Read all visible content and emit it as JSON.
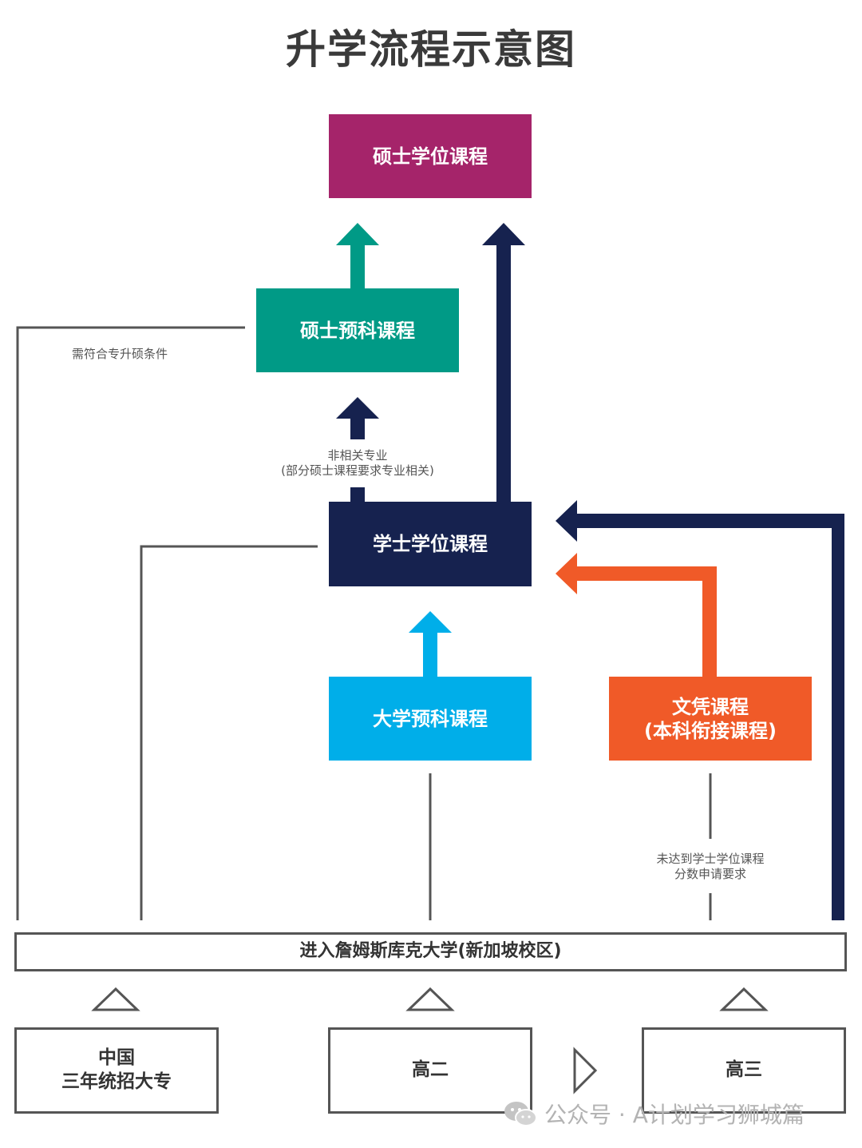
{
  "title": "升学流程示意图",
  "nodes": {
    "masters": "硕士学位课程",
    "pre_masters": "硕士预科课程",
    "bachelor": "学士学位课程",
    "foundation": "大学预科课程",
    "diploma_line1": "文凭课程",
    "diploma_line2": "(本科衔接课程)"
  },
  "notes": {
    "qualify_master": "需符合专升硕条件",
    "non_related_line1": "非相关专业",
    "non_related_line2": "(部分硕士课程要求专业相关)",
    "not_meet_line1": "未达到学士学位课程",
    "not_meet_line2": "分数申请要求"
  },
  "entry_bar": "进入詹姆斯库克大学(新加坡校区)",
  "sources": {
    "china_line1": "中国",
    "china_line2": "三年统招大专",
    "grade11": "高二",
    "grade12": "高三"
  },
  "watermark": "公众号 · A计划学习狮城篇",
  "colors": {
    "masters": "#a5246a",
    "pre_masters": "#009a86",
    "bachelor": "#16224f",
    "foundation": "#00aee9",
    "diploma": "#f05a28",
    "line_gray": "#555555"
  }
}
